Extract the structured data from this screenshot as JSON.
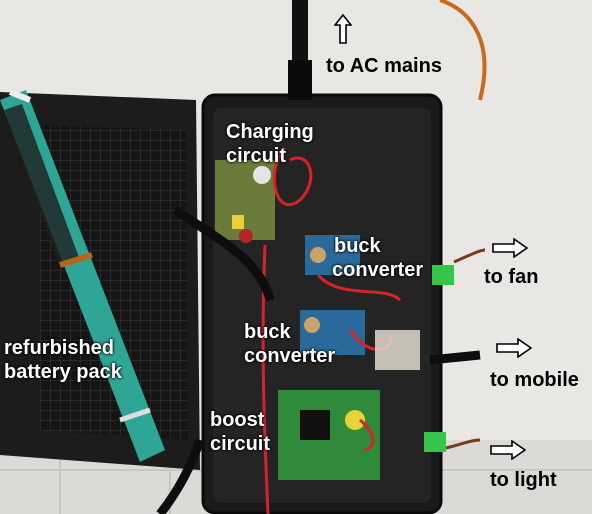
{
  "labels": {
    "ac_mains": "to AC mains",
    "charging_line1": "Charging",
    "charging_line2": "circuit",
    "buck1_line1": "buck",
    "buck1_line2": "converter",
    "to_fan": "to fan",
    "buck2_line1": "buck",
    "buck2_line2": "converter",
    "to_mobile": "to mobile",
    "refurb_line1": "refurbished",
    "refurb_line2": "battery pack",
    "boost_line1": "boost",
    "boost_line2": "circuit",
    "to_light": "to light"
  },
  "colors": {
    "enclosure": "#1a1a1a",
    "battery_teal": "#2fa596",
    "pcb_green": "#2f8a3a",
    "red_wire": "#d8222a",
    "terminal_green": "#36c44a",
    "label_white": "#ffffff",
    "label_black": "#000000"
  }
}
